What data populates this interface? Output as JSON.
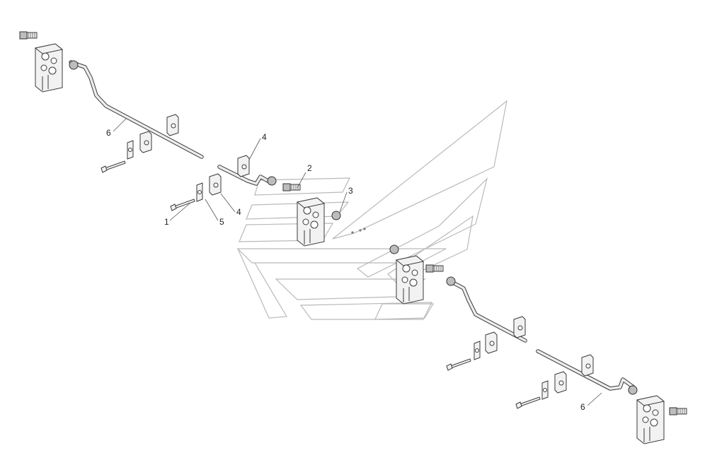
{
  "callouts": [
    {
      "id": "c1",
      "text": "1"
    },
    {
      "id": "c2",
      "text": "2"
    },
    {
      "id": "c3",
      "text": "3"
    },
    {
      "id": "c4a",
      "text": "4"
    },
    {
      "id": "c4b",
      "text": "4"
    },
    {
      "id": "c5",
      "text": "5"
    },
    {
      "id": "c6a",
      "text": "6"
    },
    {
      "id": "c6b",
      "text": "6"
    }
  ]
}
